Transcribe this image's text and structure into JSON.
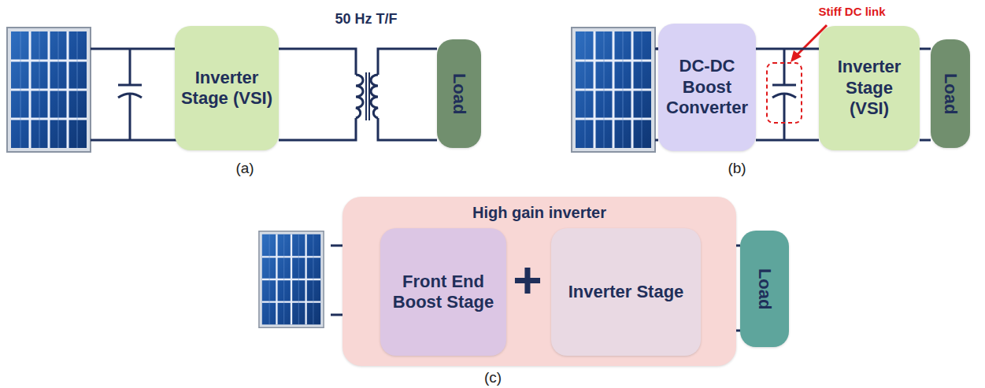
{
  "diagram": {
    "nodes": [
      {
        "text": [
          "Inverter Stage (VSI)"
        ]
      },
      {
        "text": [
          "Load"
        ]
      },
      {
        "text": [
          "DC-DC Boost Converter"
        ]
      },
      {
        "text": [
          "Inverter Stage (VSI)"
        ]
      },
      {
        "text": [
          "Load"
        ]
      },
      {
        "text": [
          "High gain inverter"
        ]
      },
      {
        "text": [
          "Front End Boost Stage"
        ],
        "in": 5
      },
      {
        "text": [
          "Inverter Stage"
        ],
        "in": 5
      },
      {
        "text": [
          "Load"
        ]
      }
    ],
    "edges": [
      {
        "from": 0,
        "to": 1,
        "arrow": "none"
      },
      {
        "from": 2,
        "to": 3,
        "arrow": "none"
      },
      {
        "from": 3,
        "to": 4,
        "arrow": "none"
      },
      {
        "from": 7,
        "to": 8,
        "arrow": "none"
      }
    ],
    "labels": [
      "50 Hz T/F",
      "Stiff DC link",
      "+",
      "(a)",
      "(b)",
      "(c)"
    ]
  }
}
